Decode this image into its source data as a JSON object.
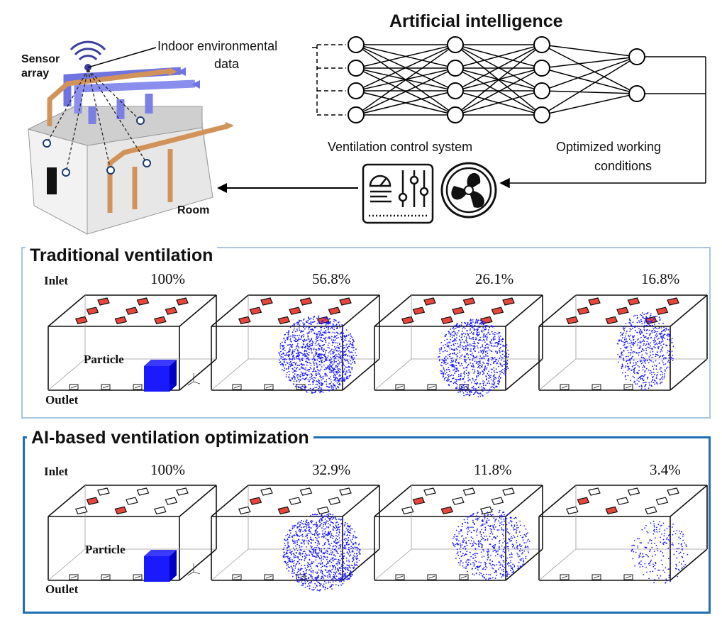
{
  "top": {
    "ai_title": "Artificial intelligence",
    "sensor_label": "Sensor\narray",
    "indoor_line1": "Indoor environmental",
    "indoor_line2": "data",
    "ventilation_label": "Ventilation control  system",
    "optimized_line1": "Optimized working",
    "optimized_line2": "conditions",
    "room_label": "Room"
  },
  "panels": [
    {
      "title": "Traditional ventilation",
      "labels": {
        "inlet": "Inlet",
        "particle": "Particle",
        "outlet": "Outlet"
      },
      "percentages": [
        "100%",
        "56.8%",
        "26.1%",
        "16.8%"
      ]
    },
    {
      "title": "AI-based ventilation optimization",
      "labels": {
        "inlet": "Inlet",
        "particle": "Particle",
        "outlet": "Outlet"
      },
      "percentages": [
        "100%",
        "32.9%",
        "11.8%",
        "3.4%"
      ]
    }
  ],
  "colors": {
    "particle_blue": "#1a1aff",
    "inlet_red": "#e8453c",
    "duct_blue": "#6f74e0",
    "duct_orange": "#d2935a",
    "panel1_border": "#a9c6e0",
    "panel2_border": "#1f6fb5"
  },
  "icons": [
    "wifi-icon",
    "control-panel-icon",
    "fan-icon"
  ]
}
